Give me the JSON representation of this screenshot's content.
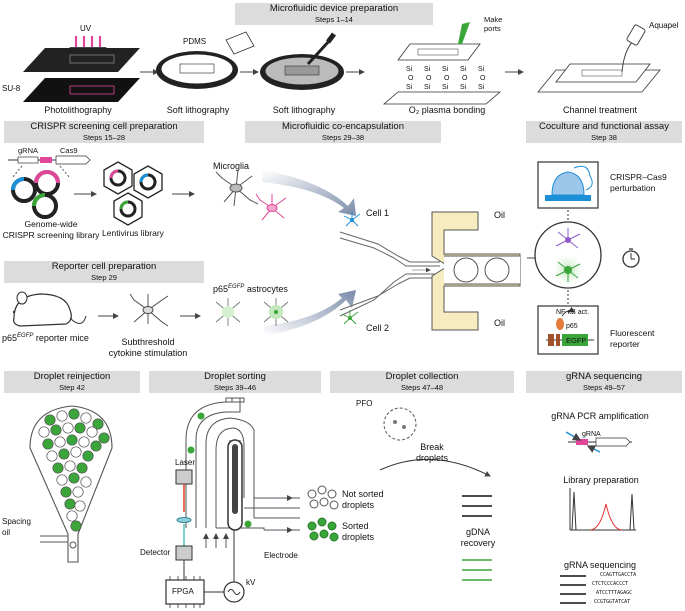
{
  "headers": {
    "device": {
      "title": "Microfluidic device preparation",
      "steps": "Steps 1–14"
    },
    "crispr": {
      "title": "CRISPR screening cell preparation",
      "steps": "Steps 15–28"
    },
    "coenc": {
      "title": "Microfluidic co-encapsulation",
      "steps": "Steps 29–38"
    },
    "coculture": {
      "title": "Coculture and functional assay",
      "steps": "Step 38"
    },
    "reporter": {
      "title": "Reporter cell preparation",
      "steps": "Step 29"
    },
    "reinjection": {
      "title": "Droplet reinjection",
      "steps": "Step 42"
    },
    "sorting": {
      "title": "Droplet sorting",
      "steps": "Steps 39–46"
    },
    "collection": {
      "title": "Droplet collection",
      "steps": "Steps 47–48"
    },
    "gseq": {
      "title": "gRNA sequencing",
      "steps": "Steps 49–57"
    }
  },
  "device": {
    "uv": "UV",
    "su8": "SU-8",
    "pdms": "PDMS",
    "make_ports": "Make\nports",
    "aquapel": "Aquapel",
    "si": "Si",
    "o": "O",
    "photolithography": "Photolithography",
    "soft_lithography_1": "Soft lithography",
    "soft_lithography_2": "Soft lithography",
    "plasma_bonding": "O₂ plasma bonding",
    "channel_treatment": "Channel treatment"
  },
  "crispr": {
    "grna": "gRNA",
    "cas9": "Cas9",
    "genome_wide_1": "Genome-wide",
    "genome_wide_2": "CRISPR screening library",
    "lentivirus": "Lentivirus library",
    "microglia": "Microglia"
  },
  "reporter": {
    "mice": "p65EGFP reporter mice",
    "mice_base": "p65",
    "mice_sup": "EGFP",
    "mice_rest": " reporter mice",
    "stim_1": "Subthreshold",
    "stim_2": "cytokine stimulation",
    "astro_base": "p65",
    "astro_sup": "EGFP",
    "astro_rest": " astrocytes"
  },
  "coenc": {
    "cell1": "Cell 1",
    "cell2": "Cell 2",
    "oil_top": "Oil",
    "oil_bottom": "Oil"
  },
  "coculture": {
    "perturb_1": "CRISPR–Cas9",
    "perturb_2": "perturbation",
    "nfkb": "NF-κB act.",
    "p65": "p65",
    "egfp": "EGFP",
    "fluor_1": "Fluorescent",
    "fluor_2": "reporter"
  },
  "reinjection": {
    "spacing_1": "Spacing",
    "spacing_2": "oil"
  },
  "sorting": {
    "laser": "Laser",
    "detector": "Detector",
    "fpga": "FPGA",
    "kv": "kV",
    "electrode": "Electrode",
    "not_sorted_1": "Not sorted",
    "not_sorted_2": "droplets",
    "sorted_1": "Sorted",
    "sorted_2": "droplets"
  },
  "collection": {
    "pfo": "PFO",
    "break_1": "Break",
    "break_2": "droplets",
    "gdna_1": "gDNA",
    "gdna_2": "recovery"
  },
  "gseq": {
    "pcr": "gRNA PCR amplification",
    "grna": "gRNA",
    "library": "Library preparation",
    "sequencing": "gRNA sequencing",
    "seq_lines": [
      "CCAGTTGACCTA",
      "CTCTCCCACCCT",
      "ATCCTTTAGAGC",
      "CCGTGGTATCAT"
    ]
  },
  "colors": {
    "green": "#3aa63a",
    "pink": "#e0479a",
    "blue": "#1d8fd6",
    "purple": "#8e5cc8",
    "header_bg": "#dcdcdc",
    "channel_fill": "#f6ecc0"
  }
}
